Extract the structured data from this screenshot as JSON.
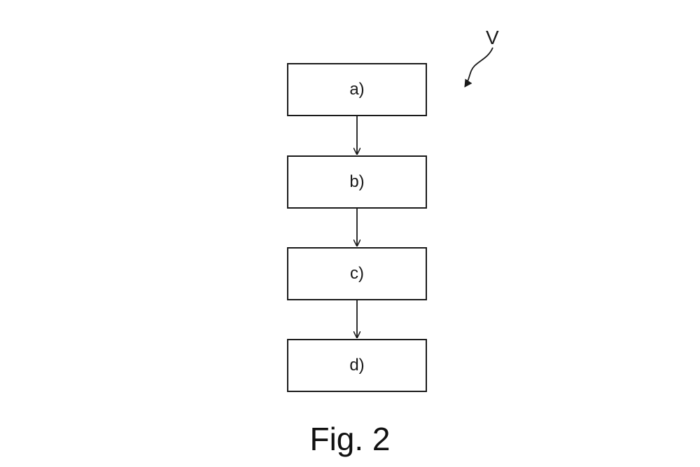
{
  "figure": {
    "reference_label": "V",
    "caption": "Fig. 2",
    "steps": [
      {
        "label": "a)"
      },
      {
        "label": "b)"
      },
      {
        "label": "c)"
      },
      {
        "label": "d)"
      }
    ],
    "line_color": "#1a1a1a"
  }
}
